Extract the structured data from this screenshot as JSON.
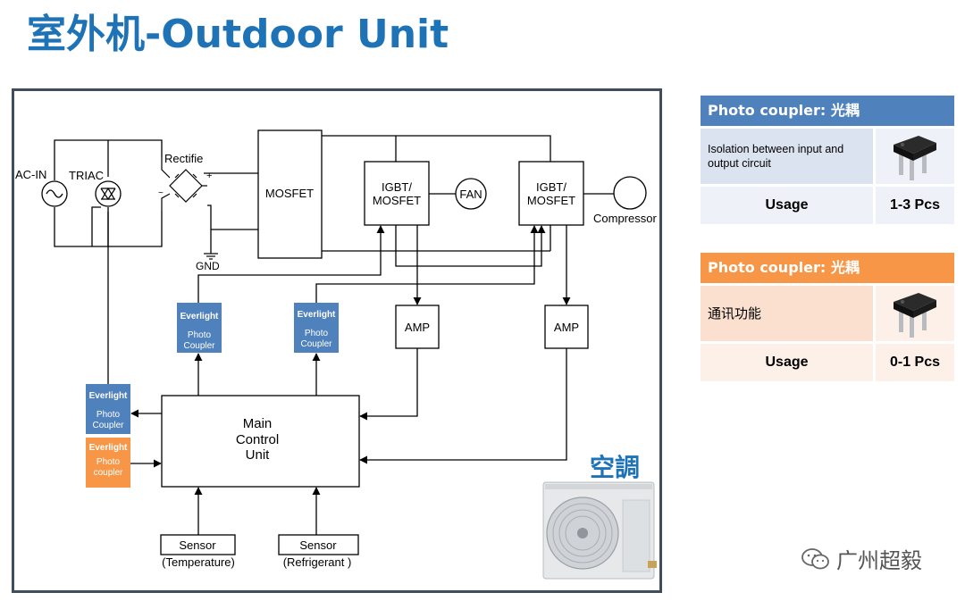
{
  "title": "室外机-Outdoor Unit",
  "diagram": {
    "ac_in": "AC-IN",
    "triac": "TRIAC",
    "rectifier": "Rectifie",
    "gnd": "GND",
    "mosfet": "MOSFET",
    "igbt_line1": "IGBT/",
    "igbt_line2": "MOSFET",
    "fan": "FAN",
    "compressor": "Compressor",
    "amp": "AMP",
    "coupler_brand": "Everlight",
    "coupler_line1": "Photo",
    "coupler_line2": "Coupler",
    "coupler_line2_lower": "coupler",
    "main_line1": "Main",
    "main_line2": "Control",
    "main_line3": "Unit",
    "sensor": "Sensor",
    "sensor_temp": "(Temperature)",
    "sensor_refr": "(Refrigerant )",
    "ac_label": "空調"
  },
  "cards": [
    {
      "header": "Photo coupler: 光耦",
      "desc_line1": "Isolation between input and",
      "desc_line2": "output circuit",
      "usage_label": "Usage",
      "usage_value": "1-3 Pcs"
    },
    {
      "header": "Photo coupler: 光耦",
      "desc_line1": "通讯功能",
      "usage_label": "Usage",
      "usage_value": "0-1 Pcs"
    }
  ],
  "watermark": "广州超毅",
  "colors": {
    "title": "#1e73b7",
    "coupler_blue": "#4f81bd",
    "coupler_orange": "#f79646"
  }
}
